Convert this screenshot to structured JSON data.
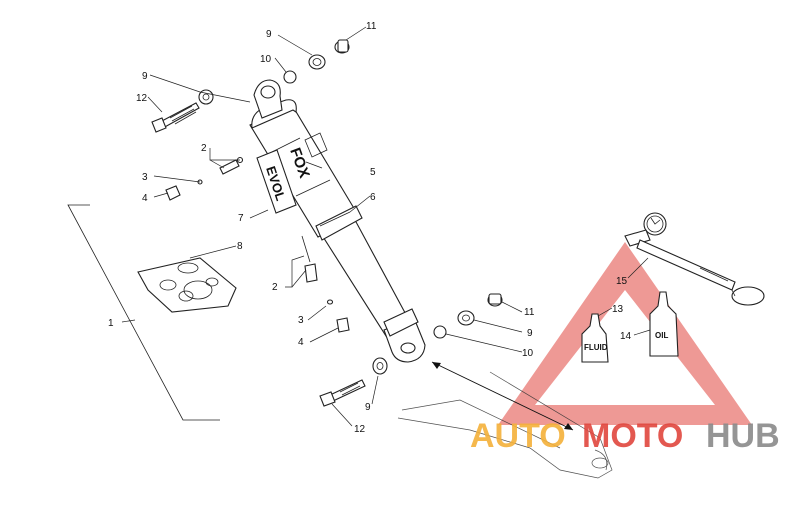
{
  "callouts": {
    "c1": "1",
    "c2a": "2",
    "c2b": "2",
    "c3a": "3",
    "c3b": "3",
    "c4a": "4",
    "c4b": "4",
    "c5": "5",
    "c6": "6",
    "c7": "7",
    "c8": "8",
    "c9a": "9",
    "c9b": "9",
    "c9c": "9",
    "c9d": "9",
    "c10a": "10",
    "c10b": "10",
    "c11a": "11",
    "c11b": "11",
    "c12a": "12",
    "c12b": "12",
    "c13": "13",
    "c14": "14",
    "c15": "15"
  },
  "labels": {
    "brand_fox": "FOX",
    "brand_evol": "EVOL",
    "bottle_fluid": "FLUID",
    "bottle_oil": "OIL"
  },
  "watermark": {
    "auto": "AUTO",
    "moto": "MOTO",
    "hub": "HUB",
    "color_red": "#e0463e",
    "color_orange": "#f5b13a",
    "color_gray": "#8a8a8a"
  }
}
